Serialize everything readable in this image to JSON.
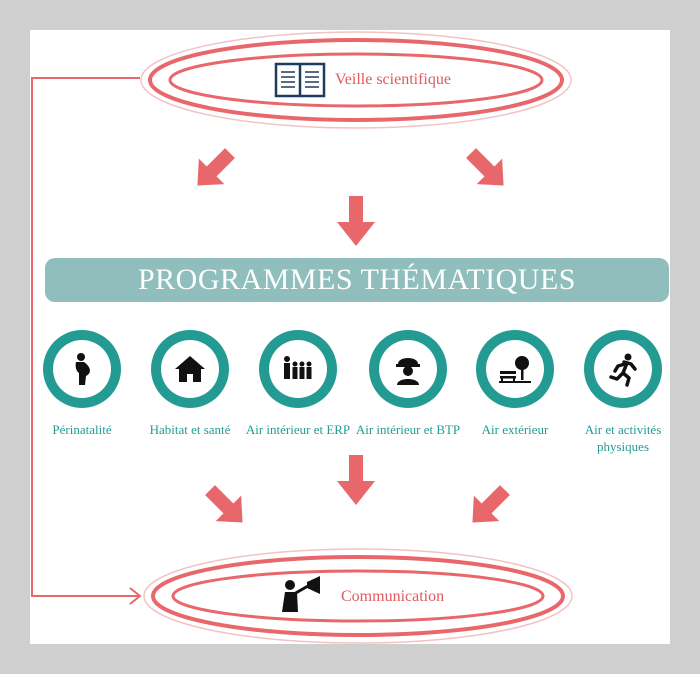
{
  "top_node": {
    "label": "Veille scientifique",
    "icon": "book-icon"
  },
  "banner": {
    "title": "PROGRAMMES THÉMATIQUES"
  },
  "themes": [
    {
      "label": "Périnatalité",
      "icon": "pregnant-woman-icon"
    },
    {
      "label": "Habitat et santé",
      "icon": "house-icon"
    },
    {
      "label": "Air intérieur et ERP",
      "icon": "family-icon"
    },
    {
      "label": "Air intérieur et BTP",
      "icon": "construction-worker-icon"
    },
    {
      "label": "Air extérieur",
      "icon": "park-bench-tree-icon"
    },
    {
      "label": "Air et activités physiques",
      "icon": "runner-icon"
    }
  ],
  "bottom_node": {
    "label": "Communication",
    "icon": "megaphone-person-icon"
  },
  "colors": {
    "accent_red": "#e8676b",
    "teal": "#239b93",
    "banner": "#8fbebc",
    "frame": "#cfcfcf"
  }
}
